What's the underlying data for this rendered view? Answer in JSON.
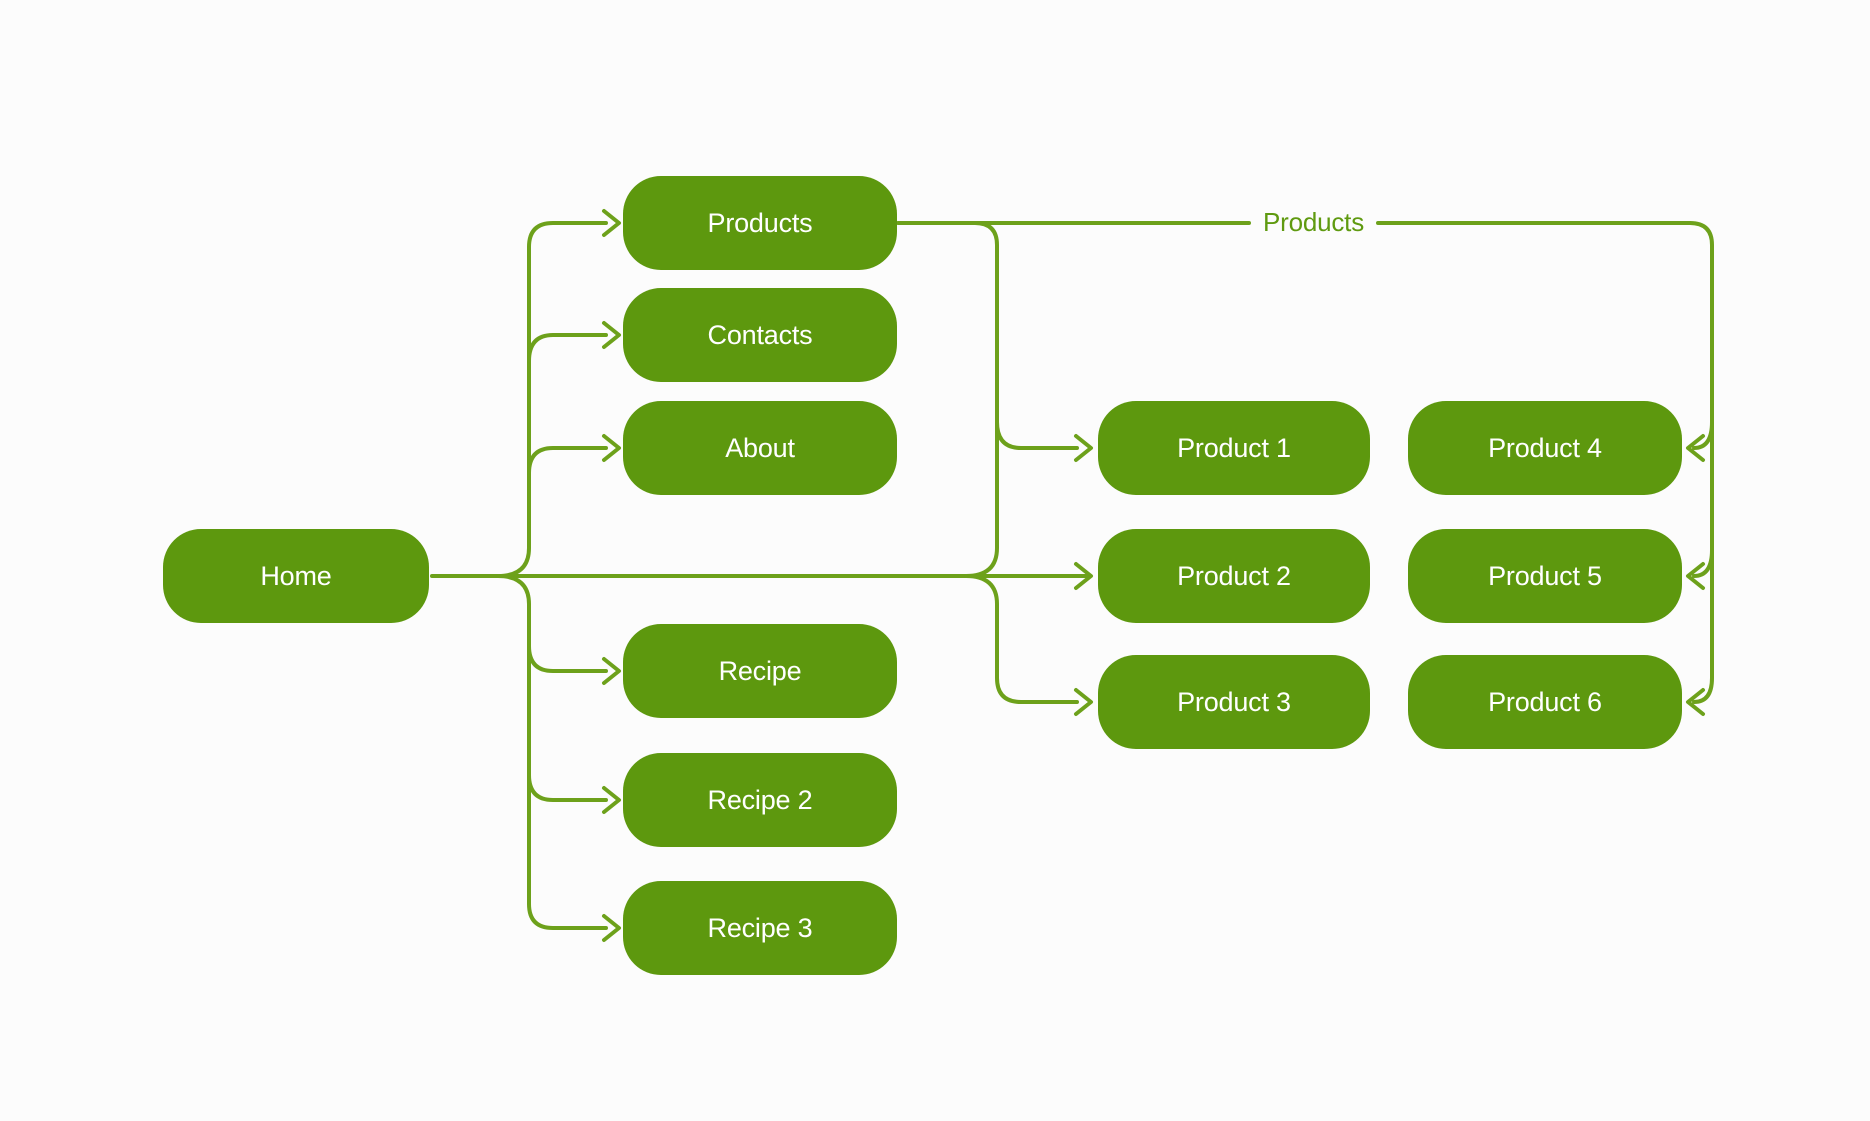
{
  "diagram": {
    "type": "sitemap-flowchart",
    "colors": {
      "node_fill": "#5d980e",
      "node_text": "#ffffff",
      "connector": "#6da11b",
      "label_text": "#5f9a10",
      "background": "#fcfcfc"
    },
    "nodes": [
      {
        "id": "home",
        "label": "Home"
      },
      {
        "id": "products",
        "label": "Products"
      },
      {
        "id": "contacts",
        "label": "Contacts"
      },
      {
        "id": "about",
        "label": "About"
      },
      {
        "id": "recipe",
        "label": "Recipe"
      },
      {
        "id": "recipe-2",
        "label": "Recipe 2"
      },
      {
        "id": "recipe-3",
        "label": "Recipe 3"
      },
      {
        "id": "product-1",
        "label": "Product 1"
      },
      {
        "id": "product-2",
        "label": "Product 2"
      },
      {
        "id": "product-3",
        "label": "Product 3"
      },
      {
        "id": "product-4",
        "label": "Product 4"
      },
      {
        "id": "product-5",
        "label": "Product 5"
      },
      {
        "id": "product-6",
        "label": "Product 6"
      }
    ],
    "edges": [
      {
        "from": "home",
        "to": "products"
      },
      {
        "from": "home",
        "to": "contacts"
      },
      {
        "from": "home",
        "to": "about"
      },
      {
        "from": "home",
        "to": "recipe"
      },
      {
        "from": "home",
        "to": "recipe-2"
      },
      {
        "from": "home",
        "to": "recipe-3"
      },
      {
        "from": "products",
        "to": "product-1"
      },
      {
        "from": "home",
        "to": "product-2"
      },
      {
        "from": "products",
        "to": "product-3"
      },
      {
        "from": "products",
        "to": "product-4",
        "label": "Products"
      },
      {
        "from": "products",
        "to": "product-5",
        "label": "Products"
      },
      {
        "from": "products",
        "to": "product-6",
        "label": "Products"
      }
    ],
    "edge_label": {
      "text": "Products"
    }
  }
}
